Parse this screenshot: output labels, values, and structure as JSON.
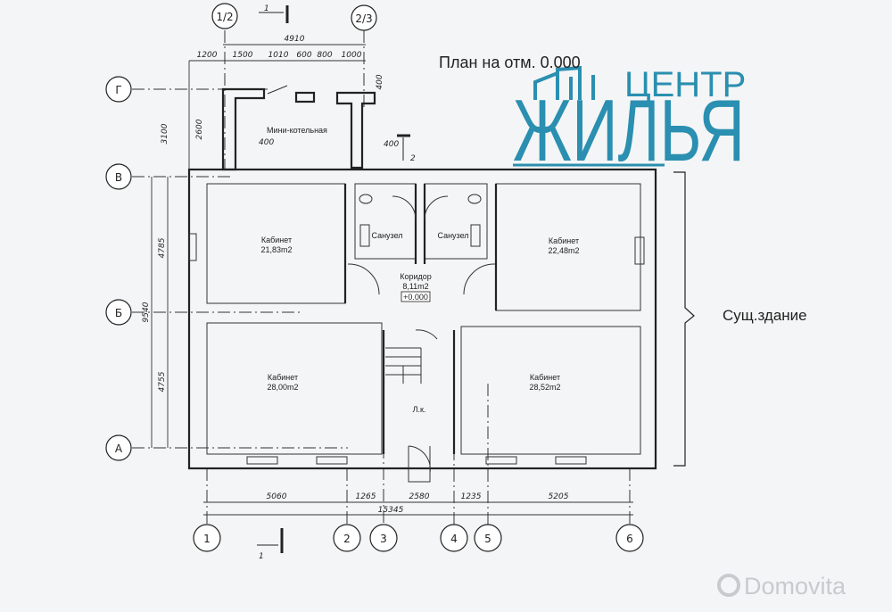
{
  "title": "План на отм. 0.000",
  "existing_building_label": "Сущ.здание",
  "logo": {
    "line1": "ЦЕНТР",
    "line2": "ЖИЛЬЯ",
    "color": "#2a8fb0"
  },
  "watermark": "Domovita",
  "rooms": [
    {
      "name": "Кабинет",
      "area": "21,83m2"
    },
    {
      "name": "Кабинет",
      "area": "22,48m2"
    },
    {
      "name": "Кабинет",
      "area": "28,00m2"
    },
    {
      "name": "Кабинет",
      "area": "28,52m2"
    },
    {
      "name": "Санузел"
    },
    {
      "name": "Санузел"
    },
    {
      "name": "Коридор",
      "area": "8,11m2",
      "level": "+0.000"
    },
    {
      "name": "Л.к."
    },
    {
      "name": "Мини-котельная"
    }
  ],
  "grid_axes": {
    "vertical": [
      "1",
      "2",
      "3",
      "4",
      "5",
      "6",
      "1/2",
      "2/3"
    ],
    "horizontal": [
      "А",
      "Б",
      "В",
      "Г"
    ]
  },
  "dimensions": {
    "bottom_chain": [
      "5060",
      "1265",
      "2580",
      "1235",
      "5205"
    ],
    "bottom_total": "15345",
    "top_total": "4910",
    "top_chain": [
      "1200",
      "1500",
      "1010",
      "600",
      "800",
      "1000"
    ],
    "left_chain": [
      "4785",
      "4755"
    ],
    "left_total": "9540",
    "left_upper": [
      "3100",
      "2600"
    ],
    "wall_thickness": [
      "400",
      "400",
      "400"
    ]
  },
  "sections": [
    "1",
    "1",
    "2"
  ]
}
